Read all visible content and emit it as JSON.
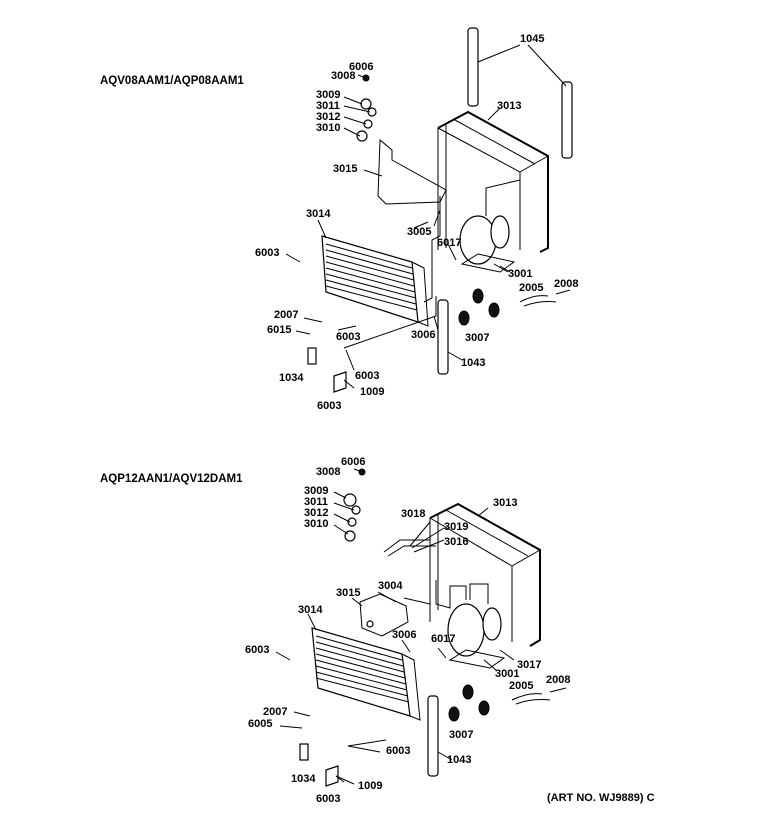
{
  "diagram": {
    "top": {
      "title": "AQV08AAM1/AQP08AAM1",
      "labels": {
        "p1045": "1045",
        "p6006": "6006",
        "p3008": "3008",
        "p3009": "3009",
        "p3011": "3011",
        "p3012": "3012",
        "p3010": "3010",
        "p3013": "3013",
        "p3015": "3015",
        "p3014": "3014",
        "p3005": "3005",
        "p6017": "6017",
        "p6003a": "6003",
        "p3001": "3001",
        "p2005": "2005",
        "p2008": "2008",
        "p2007": "2007",
        "p6015": "6015",
        "p6003b": "6003",
        "p3006": "3006",
        "p3007": "3007",
        "p1043": "1043",
        "p6003c": "6003",
        "p1034": "1034",
        "p1009": "1009",
        "p6003d": "6003"
      }
    },
    "bottom": {
      "title": "AQP12AAN1/AQV12DAM1",
      "labels": {
        "p6006": "6006",
        "p3008": "3008",
        "p3009": "3009",
        "p3011": "3011",
        "p3012": "3012",
        "p3010": "3010",
        "p3018": "3018",
        "p3019": "3019",
        "p3016": "3016",
        "p3013": "3013",
        "p3015": "3015",
        "p3004": "3004",
        "p3014": "3014",
        "p3006": "3006",
        "p6017": "6017",
        "p6003a": "6003",
        "p3001": "3001",
        "p3017": "3017",
        "p2005": "2005",
        "p2008": "2008",
        "p2007": "2007",
        "p6005": "6005",
        "p3007": "3007",
        "p6003b": "6003",
        "p1043": "1043",
        "p1034": "1034",
        "p1009": "1009",
        "p6003c": "6003"
      }
    },
    "art_no": "(ART NO. WJ9889) C"
  }
}
